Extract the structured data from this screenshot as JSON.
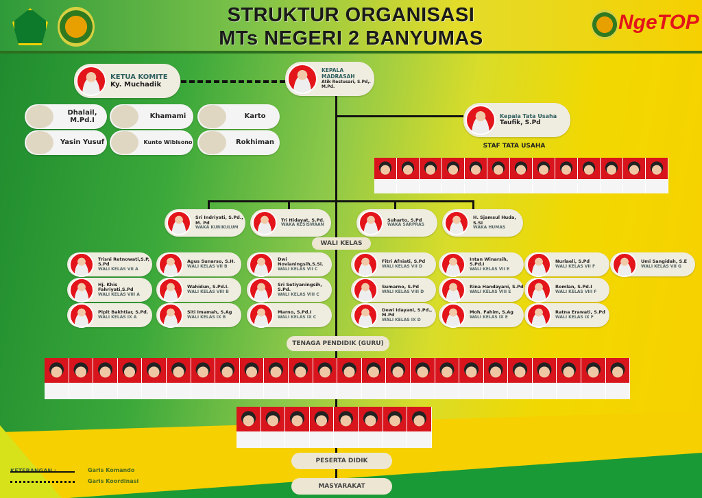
{
  "header": {
    "title_line1": "STRUKTUR ORGANISASI",
    "title_line2": "MTs NEGERI 2 BANYUMAS",
    "brand_logo": "NgeTOP"
  },
  "komite": {
    "role": "KETUA KOMITE",
    "name": "Ky. Muchadik",
    "members": [
      "Dhalail, M.Pd.I",
      "Yasin Yusuf",
      "Khamami",
      "Kunto Wibisono",
      "Karto",
      "Rokhiman"
    ]
  },
  "kepala": {
    "role": "KEPALA MADRASAH",
    "name": "Atik Restusari, S.Pd,. M.Pd."
  },
  "tata_usaha": {
    "role": "Kepala Tata Usaha",
    "name": "Taufik, S.Pd",
    "staff_label": "STAF TATA USAHA"
  },
  "waka": [
    {
      "name": "Sri Indriyati, S.Pd., M. Pd",
      "role": "WAKA KURIKULUM"
    },
    {
      "name": "Tri Hidayat, S.Pd.",
      "role": "WAKA KESISWAAN"
    },
    {
      "name": "Suharto, S.Pd",
      "role": "WAKA SARPRAS"
    },
    {
      "name": "H. Sjamsul Huda, S.Si",
      "role": "WAKA HUMAS"
    }
  ],
  "wali_kelas_label": "WALI KELAS",
  "wali_kelas": [
    [
      {
        "name": "Trisni Retnowati,S.P, S.Pd",
        "role": "WALI KELAS VII A"
      },
      {
        "name": "Hj. Khis Fahriyati,S.Pd",
        "role": "WALI KELAS VIII A"
      },
      {
        "name": "Pipit Bakhtiar, S.Pd.",
        "role": "WALI KELAS IX A"
      }
    ],
    [
      {
        "name": "Agus Sunarso, S.H.",
        "role": "WALI KELAS VII B"
      },
      {
        "name": "Wahidun, S.Pd.I.",
        "role": "WALI KELAS VIII B"
      },
      {
        "name": "Siti Imamah, S.Ag",
        "role": "WALI KELAS IX B"
      }
    ],
    [
      {
        "name": "Dwi Novianingsih,S.Si.",
        "role": "WALI KELAS VII C"
      },
      {
        "name": "Sri Setiyaningsih, S.Pd.",
        "role": "WALI KELAS VIII C"
      },
      {
        "name": "Marno, S.Pd.I",
        "role": "WALI KELAS IX C"
      }
    ],
    [
      {
        "name": "Fitri Afniati, S.Pd",
        "role": "WALI KELAS VII D"
      },
      {
        "name": "Sumarno, S.Pd",
        "role": "WALI KELAS VIII D"
      },
      {
        "name": "Dewi Idayani, S.Pd., M.Pd",
        "role": "WALI KELAS IX D"
      }
    ],
    [
      {
        "name": "Intan Winarsih, S.Pd.I",
        "role": "WALI KELAS VII E"
      },
      {
        "name": "Rina Handayani, S.Pd",
        "role": "WALI KELAS VIII E"
      },
      {
        "name": "Moh. Fahim, S.Ag",
        "role": "WALI KELAS IX E"
      }
    ],
    [
      {
        "name": "Nurlaeli, S.Pd",
        "role": "WALI KELAS VII F"
      },
      {
        "name": "Romlan, S.Pd.I",
        "role": "WALI KELAS VIII F"
      },
      {
        "name": "Ratna Erawati, S.Pd",
        "role": "WALI KELAS IX F"
      }
    ],
    [
      {
        "name": "Umi Sangidah, S.E",
        "role": "WALI KELAS VII G"
      }
    ]
  ],
  "guru_label": "TENAGA PENDIDIK (GURU)",
  "peserta_label": "PESERTA DIDIK",
  "masyarakat_label": "MASYARAKAT",
  "legend": {
    "title": "KETERANGAN :",
    "komando": "Garis Komando",
    "koordinasi": "Garis Koordinasi"
  },
  "colors": {
    "green": "#1e8a2e",
    "yellow": "#f6d000",
    "photo_bg": "#e3141a",
    "pill": "#efece0"
  }
}
